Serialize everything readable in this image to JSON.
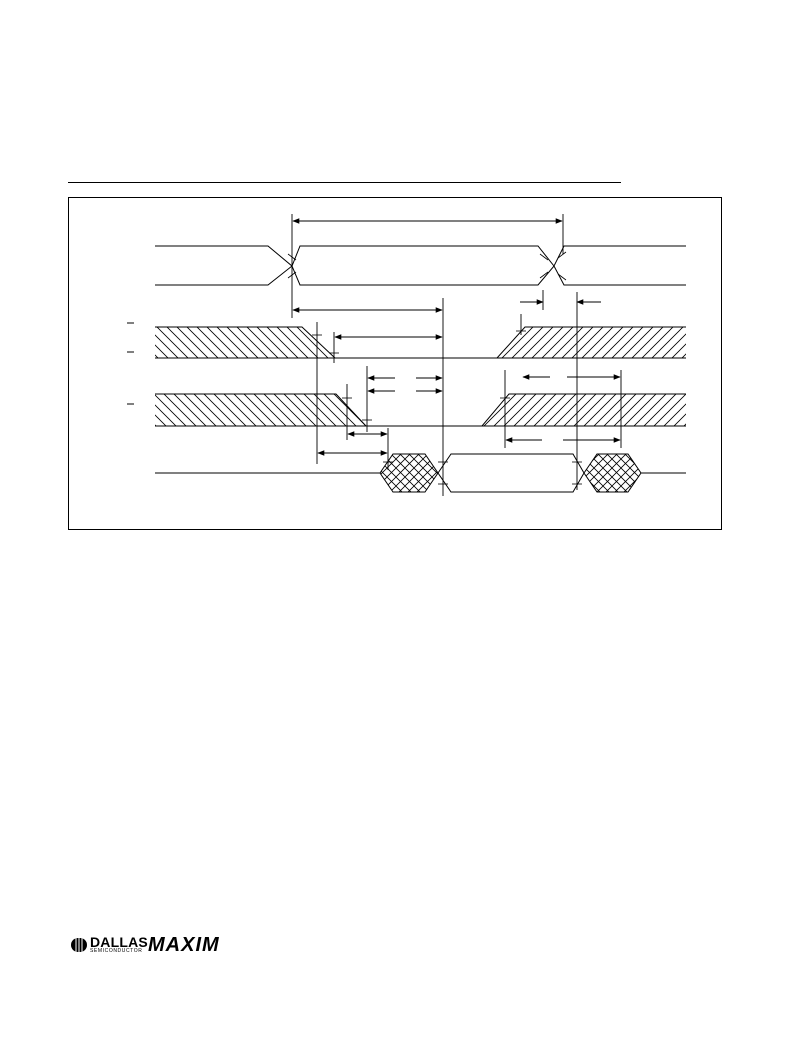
{
  "logo": {
    "dallas": "DALLAS",
    "semiconductor": "SEMICONDUCTOR",
    "maxim": "MAXIM"
  }
}
